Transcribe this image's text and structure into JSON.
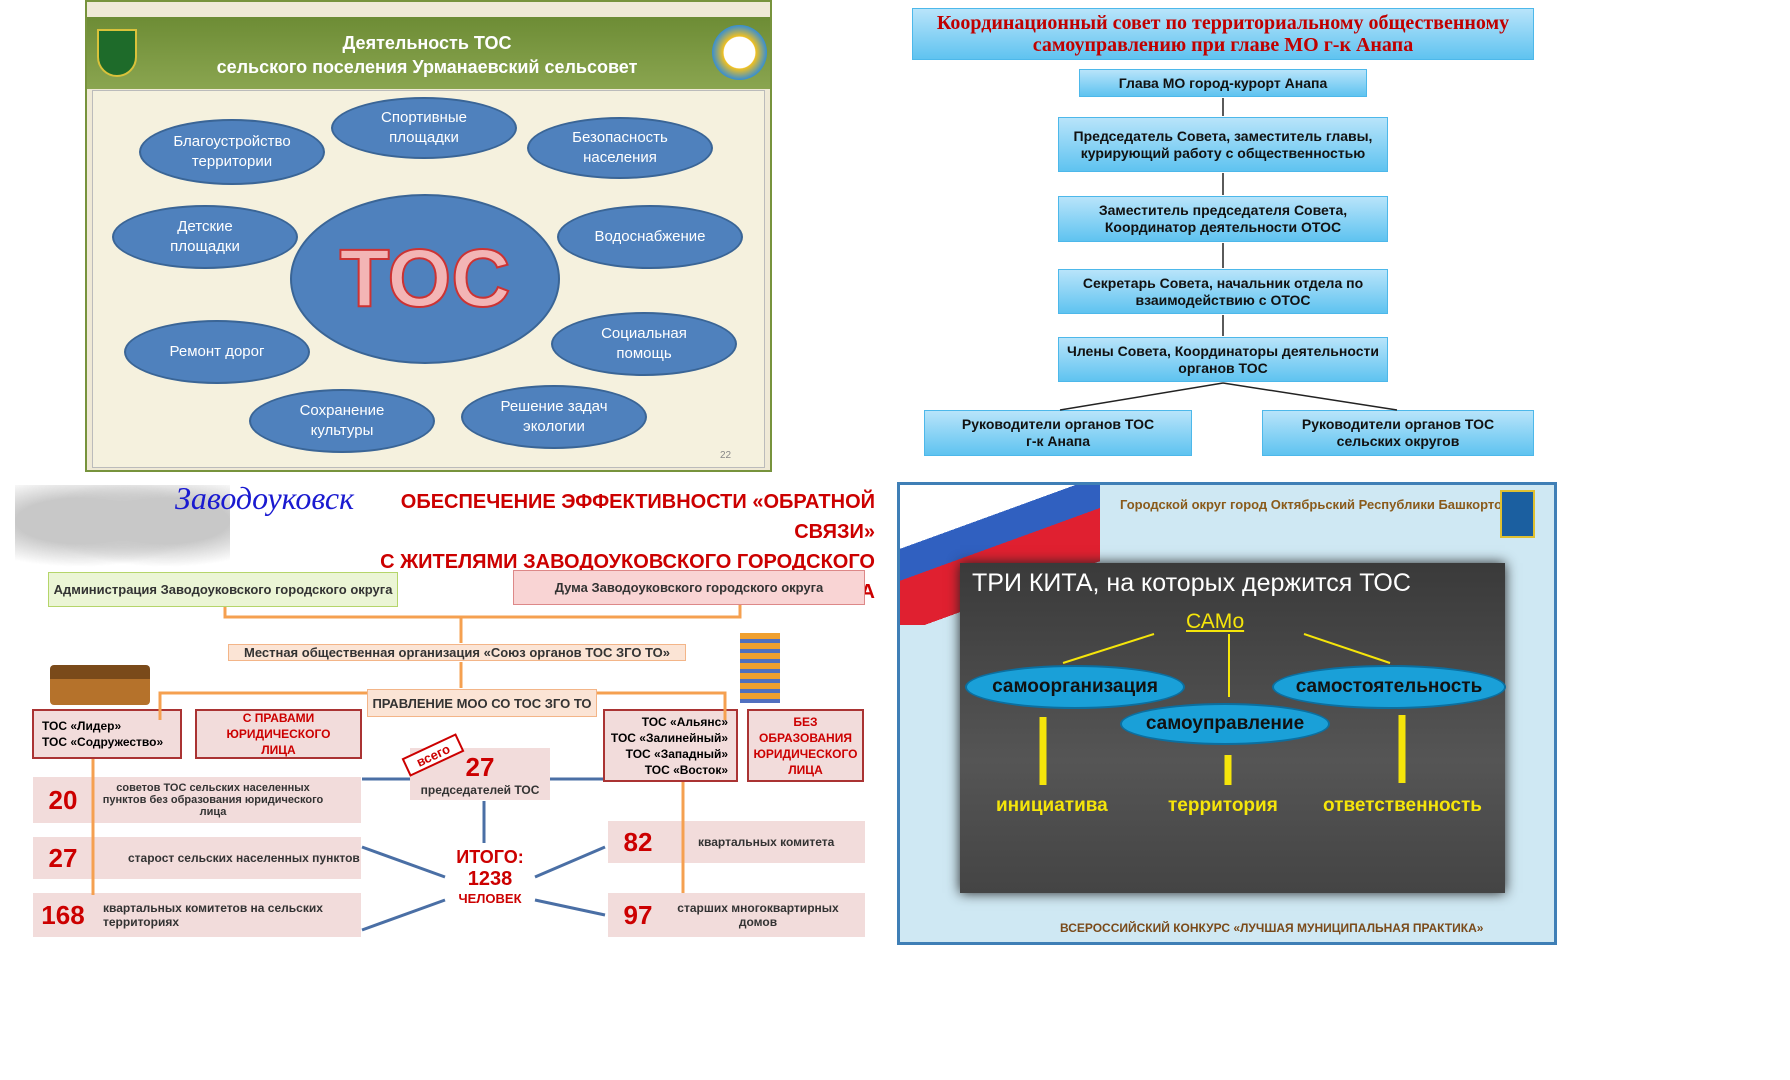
{
  "slide1": {
    "title_line1": "Деятельность ТОС",
    "title_line2": "сельского поселения Урманаевский сельсовет",
    "center": "ТОС",
    "page_number": "22",
    "items": [
      "Благоустройство территории",
      "Спортивные площадки",
      "Безопасность населения",
      "Детские площадки",
      "Водоснабжение",
      "Ремонт дорог",
      "Социальная помощь",
      "Сохранение культуры",
      "Решение задач экологии"
    ]
  },
  "slide2": {
    "title": "Координационный совет по территориальному общественному самоуправлению при главе  МО г-к Анапа",
    "boxes": [
      "Глава МО город-курорт Анапа",
      "Председатель Совета, заместитель главы, курирующий работу с общественностью",
      "Заместитель председателя Совета, Координатор деятельности ОТОС",
      "Секретарь Совета, начальник  отдела по взаимодействию с ОТОС",
      "Члены Совета, Координаторы деятельности органов ТОС",
      "Руководители органов ТОС г-к Анапа",
      "Руководители органов ТОС сельских округов"
    ]
  },
  "slide3": {
    "logo": "Заводоуковск",
    "title_line1": "ОБЕСПЕЧЕНИЕ ЭФФЕКТИВНОСТИ «ОБРАТНОЙ СВЯЗИ»",
    "title_line2": "С ЖИТЕЛЯМИ ЗАВОДОУКОВСКОГО ГОРОДСКОГО ОКРУГА",
    "admin": "Администрация Заводоуковского городского округа",
    "duma": "Дума  Заводоуковского городского округа",
    "union": "Местная общественная организация «Союз органов ТОС  ЗГО ТО»",
    "board": "ПРАВЛЕНИЕ МОО СО ТОС ЗГО ТО",
    "tos_left": [
      "ТОС «Лидер»",
      "ТОС «Содружество»"
    ],
    "with_rights": "С ПРАВАМИ ЮРИДИЧЕСКОГО  ЛИЦА",
    "tos_right": [
      "ТОС «Альянс»",
      "ТОС «Залинейный»",
      "ТОС «Западный»",
      "ТОС «Восток»"
    ],
    "without_rights": "БЕЗ ОБРАЗОВАНИЯ ЮРИДИЧЕСКОГО ЛИЦА",
    "total_badge": "всего",
    "total_num": "27",
    "total_label": "председателей ТОС",
    "itogo_label": "ИТОГО:",
    "itogo_num": "1238",
    "itogo_unit": "ЧЕЛОВЕК",
    "stats": [
      {
        "n": "20",
        "t": "советов ТОС сельских населенных пунктов без образования юридического лица"
      },
      {
        "n": "27",
        "t": "старост сельских населенных пунктов"
      },
      {
        "n": "168",
        "t": "квартальных комитетов на сельских территориях"
      },
      {
        "n": "82",
        "t": "квартальных комитета"
      },
      {
        "n": "97",
        "t": "старших многоквартирных домов"
      }
    ]
  },
  "slide4": {
    "header": "Городской округ город Октябрьский Республики Башкортостан",
    "title": "ТРИ  КИТА, на  которых  держится  ТОС",
    "root": "САМо",
    "ovals": [
      "самоорганизация",
      "самоуправление",
      "самостоятельность"
    ],
    "results": [
      "инициатива",
      "территория",
      "ответственность"
    ],
    "footer": "ВСЕРОССИЙСКИЙ КОНКУРС «ЛУЧШАЯ МУНИЦИПАЛЬНАЯ ПРАКТИКА»"
  },
  "colors": {
    "ellipse": "#4f81bd",
    "header_green": "#77933c",
    "red": "#c00000",
    "sky": "#5fc3f0",
    "yellow": "#f5e50a"
  }
}
